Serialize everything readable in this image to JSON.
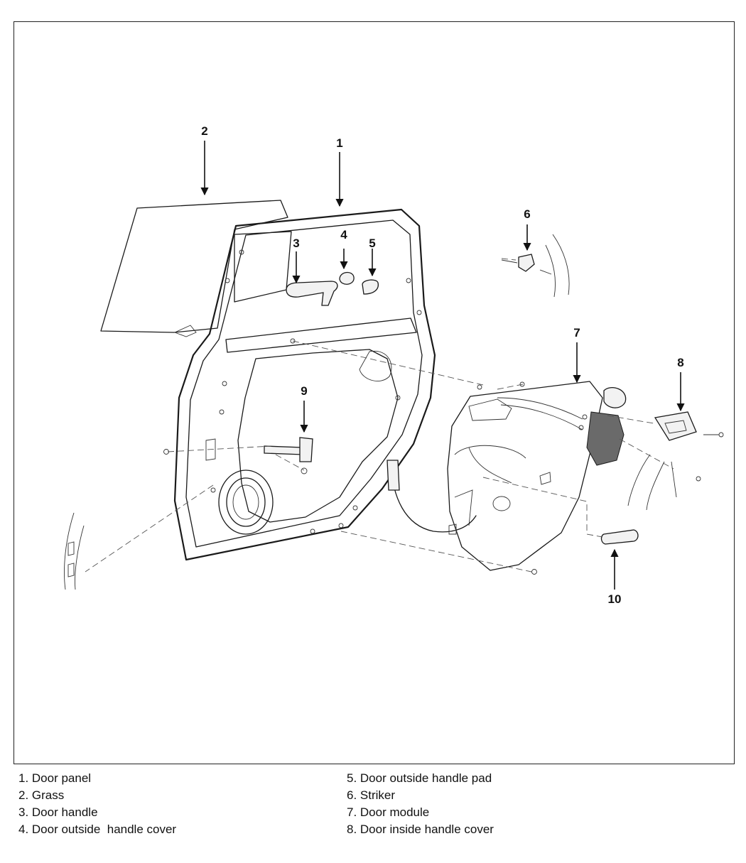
{
  "callouts": {
    "c1": "1",
    "c2": "2",
    "c3": "3",
    "c4": "4",
    "c5": "5",
    "c6": "6",
    "c7": "7",
    "c8": "8",
    "c9": "9",
    "c10": "10"
  },
  "legend": {
    "left": [
      "1. Door panel",
      "2. Grass",
      "3. Door handle",
      "4. Door outside  handle cover"
    ],
    "right": [
      "5. Door outside handle pad",
      "6. Striker",
      "7. Door module",
      "8. Door inside handle cover"
    ]
  }
}
